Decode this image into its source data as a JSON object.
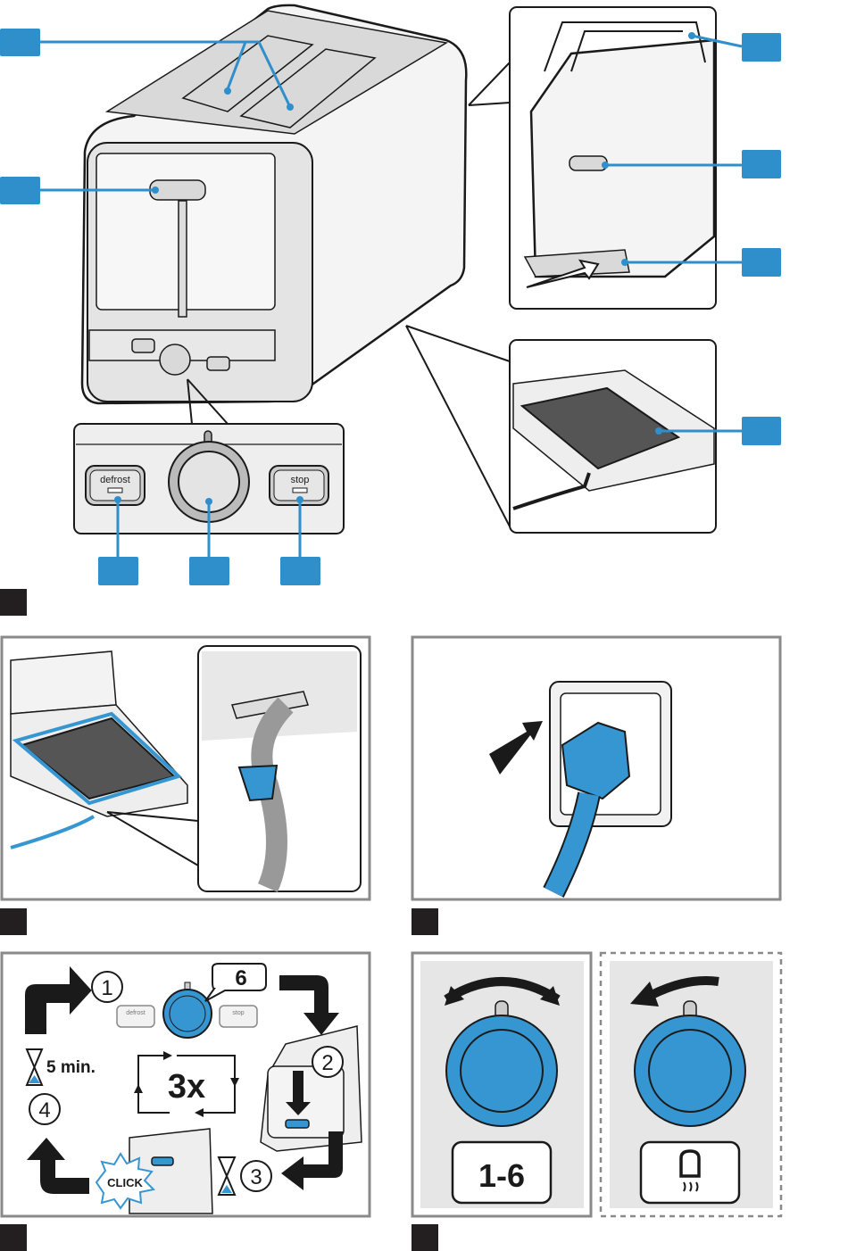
{
  "figure1": {
    "controls": {
      "defrost_label": "defrost",
      "stop_label": "stop"
    },
    "callout_count": 9
  },
  "figure4": {
    "steps": [
      "1",
      "2",
      "3",
      "4"
    ],
    "browning_level": "6",
    "repeat": "3x",
    "wait_time": "5 min.",
    "click_label": "CLICK",
    "defrost_label": "defrost",
    "stop_label": "stop"
  },
  "figure5": {
    "range_label": "1-6"
  },
  "colors": {
    "accent": "#2f8fcb",
    "knob": "#3596d2",
    "figure_marker": "#231f20"
  }
}
